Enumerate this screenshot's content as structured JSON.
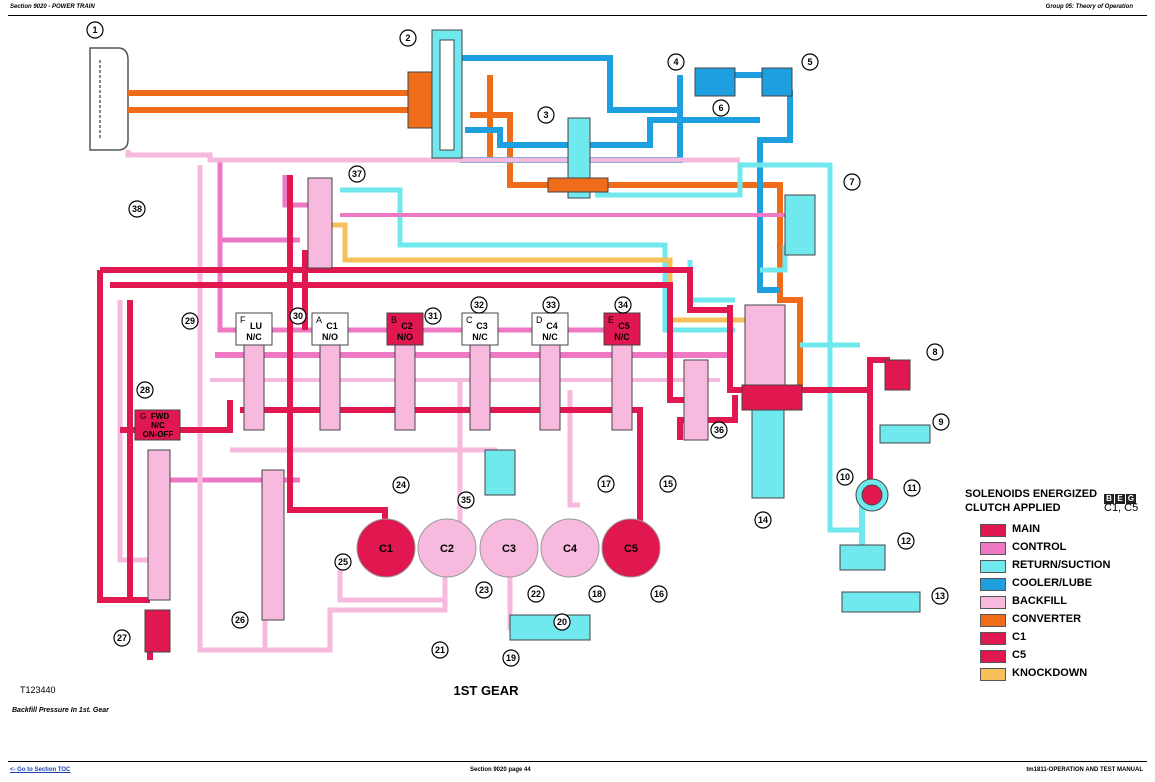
{
  "header": {
    "left": "Section 9020 - POWER TRAIN",
    "right": "Group 05: Theory of Operation"
  },
  "footer": {
    "left": "<- Go to Section TOC",
    "center": "Section 9020 page 44",
    "right": "tm1811-OPERATION AND TEST MANUAL"
  },
  "figure": {
    "id": "T123440",
    "title": "1ST GEAR",
    "caption": "Backfill Pressure In 1st. Gear"
  },
  "colors": {
    "main": "#e0184f",
    "control": "#ef78c4",
    "return_suction": "#6fe8ee",
    "cooler_lube": "#1e9fe0",
    "backfill": "#f7b9de",
    "converter": "#ef6d1a",
    "c1": "#e0184f",
    "c5": "#e0184f",
    "knockdown": "#f6c05a"
  },
  "legend": {
    "solenoids_label": "SOLENOIDS ENERGIZED",
    "solenoid_codes": [
      "B",
      "E",
      "G"
    ],
    "clutch_label": "CLUTCH APPLIED",
    "clutch_value": "C1, C5",
    "items": [
      {
        "label": "MAIN",
        "color": "#e0184f"
      },
      {
        "label": "CONTROL",
        "color": "#ef78c4"
      },
      {
        "label": "RETURN/SUCTION",
        "color": "#6fe8ee"
      },
      {
        "label": "COOLER/LUBE",
        "color": "#1e9fe0"
      },
      {
        "label": "BACKFILL",
        "color": "#f7b9de"
      },
      {
        "label": "CONVERTER",
        "color": "#ef6d1a"
      },
      {
        "label": "C1",
        "color": "#e0184f"
      },
      {
        "label": "C5",
        "color": "#e0184f"
      },
      {
        "label": "KNOCKDOWN",
        "color": "#f6c05a"
      }
    ]
  },
  "solenoids": [
    {
      "letter": "F",
      "name": "LU",
      "state": "N/C",
      "energized": false
    },
    {
      "letter": "A",
      "name": "C1",
      "state": "N/O",
      "energized": false
    },
    {
      "letter": "B",
      "name": "C2",
      "state": "N/O",
      "energized": true
    },
    {
      "letter": "C",
      "name": "C3",
      "state": "N/C",
      "energized": false
    },
    {
      "letter": "D",
      "name": "C4",
      "state": "N/C",
      "energized": false
    },
    {
      "letter": "E",
      "name": "C5",
      "state": "N/C",
      "energized": true
    }
  ],
  "fwd_solenoid": {
    "letter": "G",
    "line1": "FWD",
    "line2": "N/C",
    "line3": "ON-OFF"
  },
  "clutches": [
    {
      "name": "C1",
      "applied": true
    },
    {
      "name": "C2",
      "applied": false
    },
    {
      "name": "C3",
      "applied": false
    },
    {
      "name": "C4",
      "applied": false
    },
    {
      "name": "C5",
      "applied": true
    }
  ],
  "callouts": [
    "1",
    "2",
    "3",
    "4",
    "5",
    "6",
    "7",
    "8",
    "9",
    "10",
    "11",
    "12",
    "13",
    "14",
    "15",
    "16",
    "17",
    "18",
    "19",
    "20",
    "21",
    "22",
    "23",
    "24",
    "25",
    "26",
    "27",
    "28",
    "29",
    "30",
    "31",
    "32",
    "33",
    "34",
    "35",
    "36",
    "37",
    "38"
  ]
}
